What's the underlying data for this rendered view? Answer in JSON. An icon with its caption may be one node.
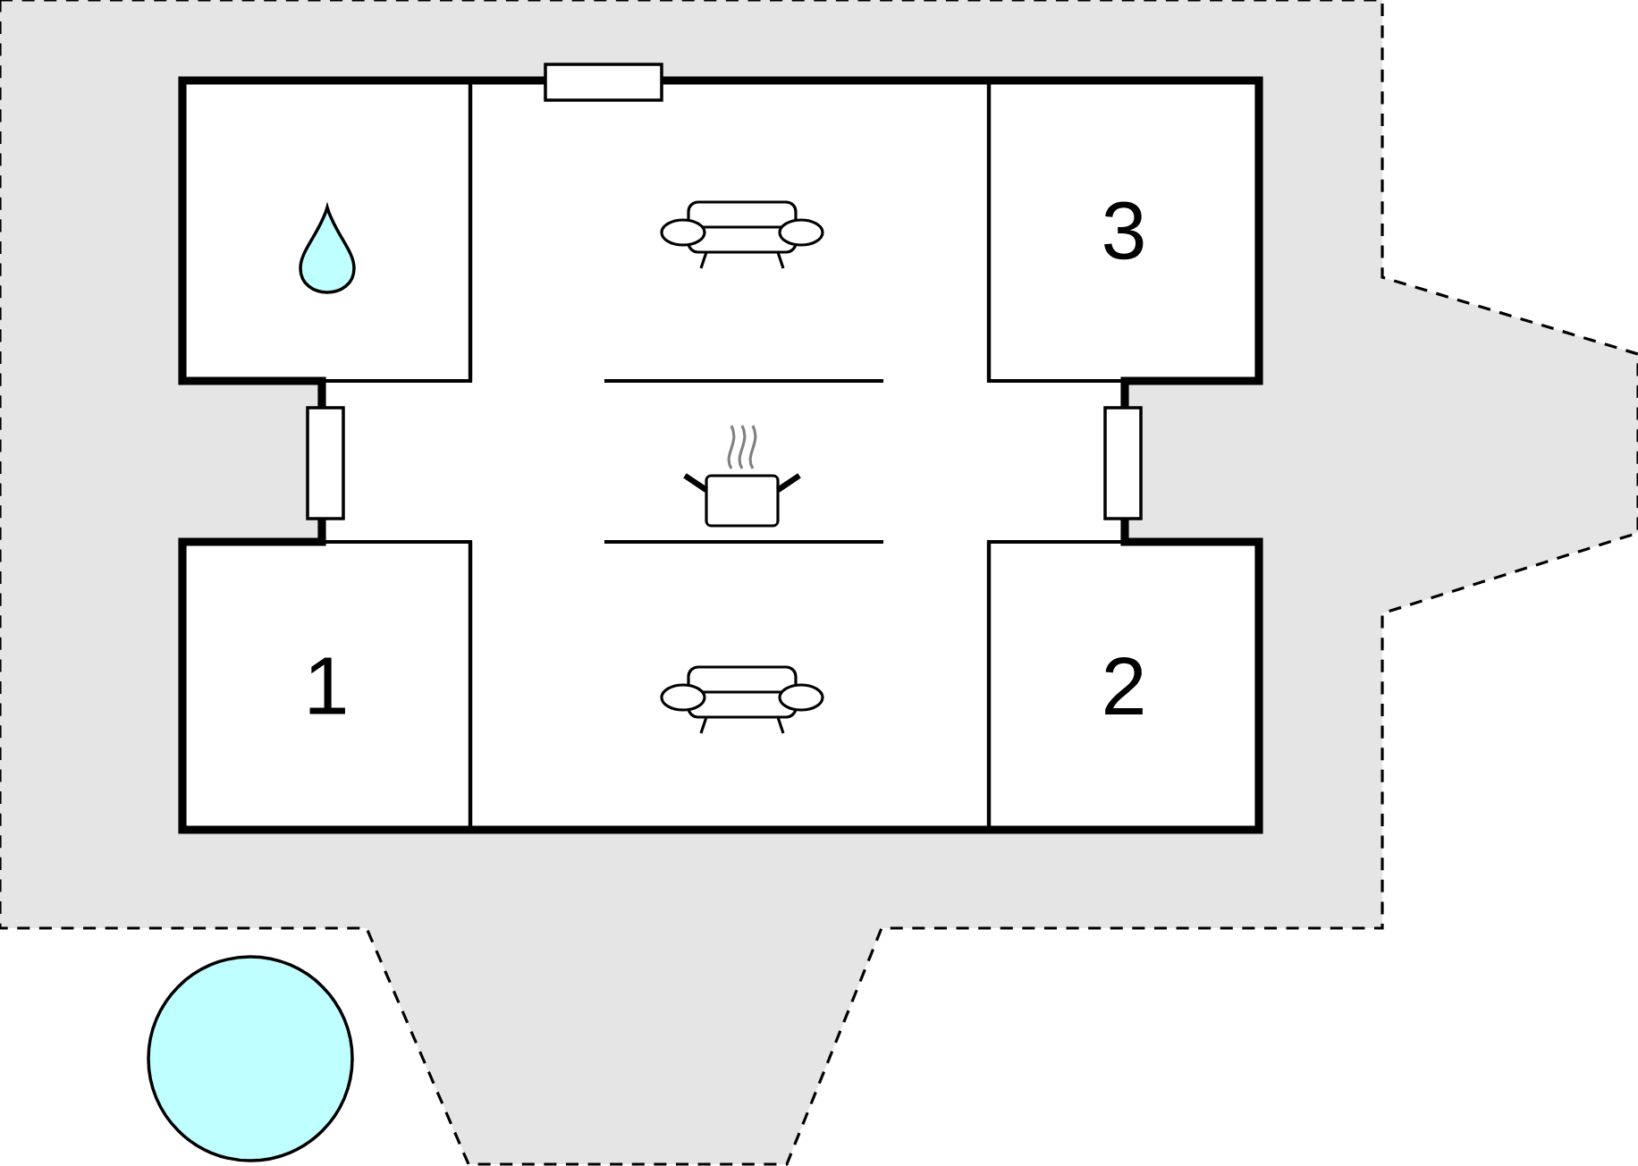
{
  "diagram": {
    "nodes": [
      {
        "text": [],
        "shape": "box"
      },
      {
        "text": [
          "3"
        ]
      },
      {
        "text": [
          "1"
        ]
      },
      {
        "text": [
          "2"
        ]
      }
    ]
  }
}
